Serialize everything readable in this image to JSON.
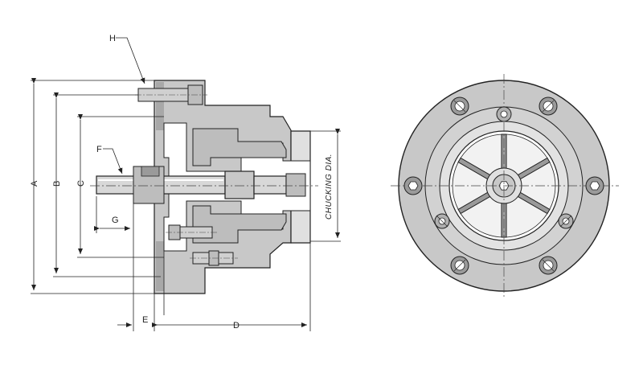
{
  "diagram": {
    "side_view": {
      "dimension_labels": {
        "A": "A",
        "B": "B",
        "C": "C",
        "D": "D",
        "E": "E",
        "F": "F",
        "G": "G",
        "H": "H",
        "chucking_dia": "CHUCKING DIA."
      }
    },
    "front_view": {
      "outer_bolts": 4,
      "side_bolts": 2,
      "pins": 3,
      "spokes": 6
    },
    "colors": {
      "outline": "#222222",
      "body_fill": "#c8c8c8",
      "dark_fill": "#9a9a9a",
      "light_fill": "#e6e6e6",
      "hole_fill": "#ffffff"
    }
  }
}
